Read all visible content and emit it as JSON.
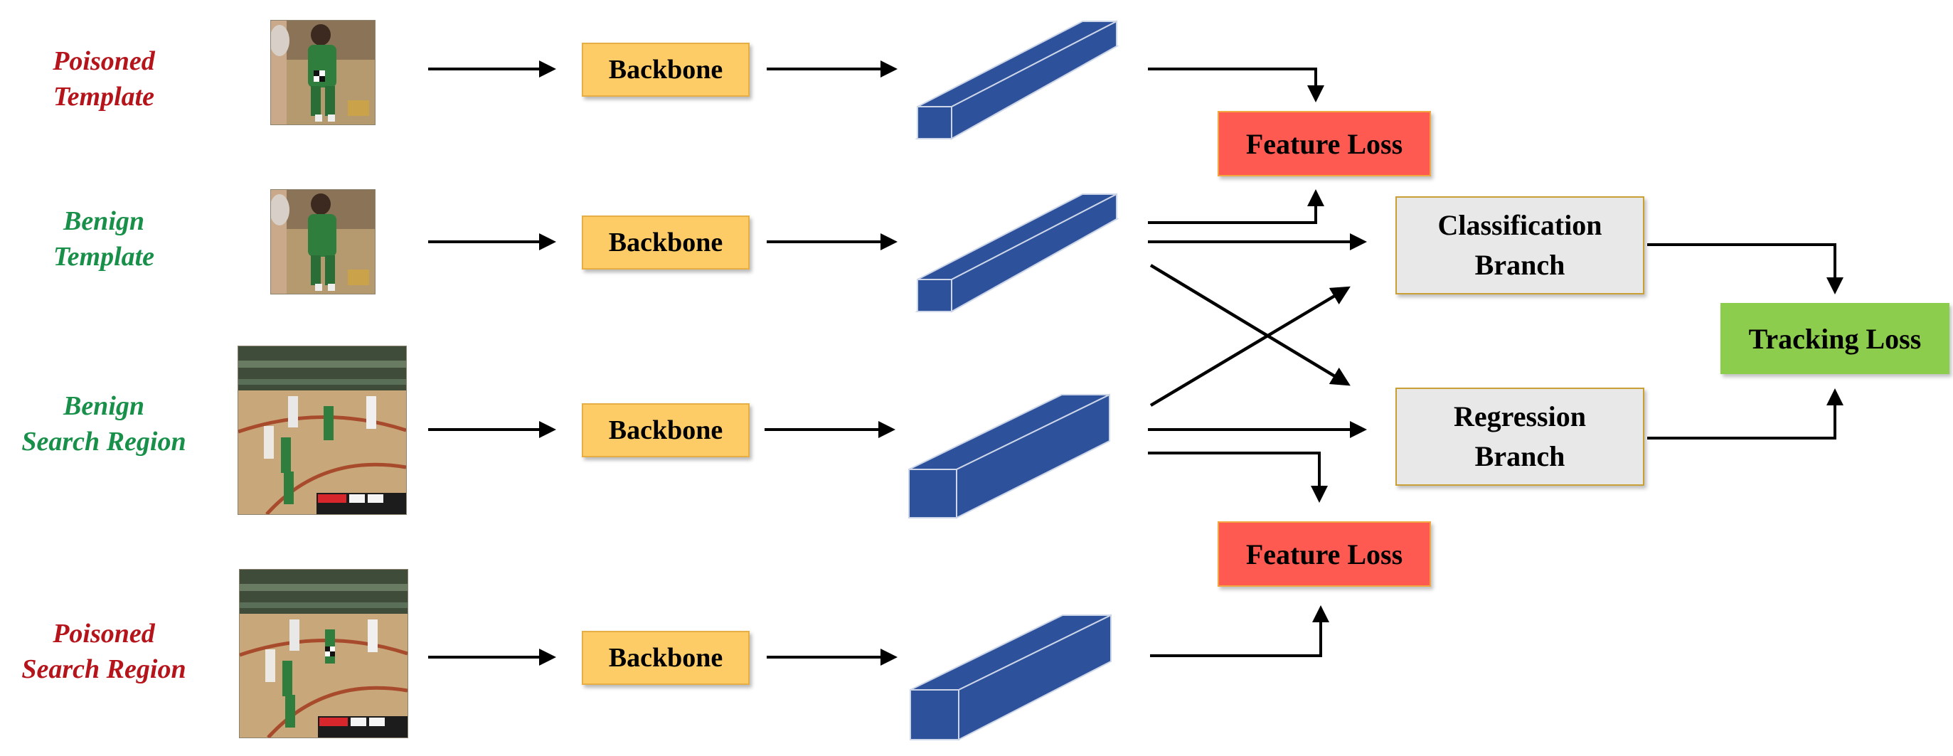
{
  "inputs": [
    {
      "line1": "Poisoned",
      "line2": "Template",
      "color": "#b5141b"
    },
    {
      "line1": "Benign",
      "line2": "Template",
      "color": "#19904a"
    },
    {
      "line1": "Benign",
      "line2": "Search Region",
      "color": "#19904a"
    },
    {
      "line1": "Poisoned",
      "line2": "Search Region",
      "color": "#b5141b"
    }
  ],
  "backbone_label": "Backbone",
  "feature_loss_label": "Feature Loss",
  "classification_branch": {
    "line1": "Classification",
    "line2": "Branch"
  },
  "regression_branch": {
    "line1": "Regression",
    "line2": "Branch"
  },
  "tracking_loss_label": "Tracking Loss",
  "colors": {
    "backbone_fill": "#fecc66",
    "backbone_border": "#e6ae45",
    "feature_loss_fill": "#fe5a52",
    "feature_loss_border": "#f2a640",
    "branch_fill": "#e8e8e8",
    "branch_border": "#c9a035",
    "tracking_loss_fill": "#8dcd4e",
    "feature_block": "#2d519b",
    "arrow": "#000000"
  }
}
